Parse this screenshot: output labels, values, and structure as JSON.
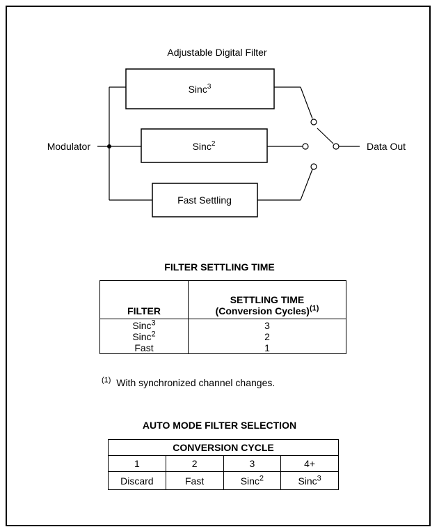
{
  "diagram": {
    "title": "Adjustable Digital Filter",
    "input_label": "Modulator",
    "output_label": "Data Out",
    "blocks": [
      {
        "base": "Sinc",
        "sup": "3"
      },
      {
        "base": "Sinc",
        "sup": "2"
      },
      {
        "base": "Fast Settling",
        "sup": ""
      }
    ]
  },
  "settling_table": {
    "title": "FILTER SETTLING TIME",
    "col1_header": "FILTER",
    "col2_header_line1": "SETTLING TIME",
    "col2_header_line2": "(Conversion Cycles)",
    "col2_header_note": "(1)",
    "rows": [
      {
        "filter": "Sinc",
        "sup": "3",
        "cycles": "3"
      },
      {
        "filter": "Sinc",
        "sup": "2",
        "cycles": "2"
      },
      {
        "filter": "Fast",
        "sup": "",
        "cycles": "1"
      }
    ],
    "footnote_mark": "(1)",
    "footnote_text": "With synchronized channel changes."
  },
  "auto_table": {
    "title": "AUTO MODE FILTER SELECTION",
    "header": "CONVERSION CYCLE",
    "cycles": [
      "1",
      "2",
      "3",
      "4+"
    ],
    "filters": [
      {
        "base": "Discard",
        "sup": ""
      },
      {
        "base": "Fast",
        "sup": ""
      },
      {
        "base": "Sinc",
        "sup": "2"
      },
      {
        "base": "Sinc",
        "sup": "3"
      }
    ]
  }
}
